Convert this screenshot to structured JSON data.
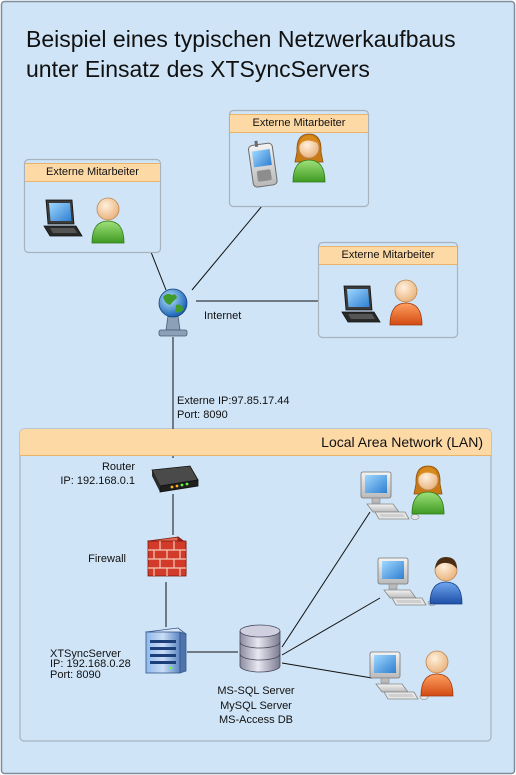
{
  "title": {
    "line1": "Beispiel eines typischen Netzwerkaufbaus",
    "line2": "unter Einsatz des XTSyncServers"
  },
  "external": {
    "left": "Externe Mitarbeiter",
    "top": "Externe Mitarbeiter",
    "right": "Externe Mitarbeiter"
  },
  "internet": {
    "label": "Internet",
    "ip": "Externe IP:97.85.17.44",
    "port": "Port: 8090"
  },
  "lan": {
    "title": "Local Area Network (LAN)"
  },
  "router": {
    "name": "Router",
    "ip": "IP: 192.168.0.1"
  },
  "firewall": {
    "name": "Firewall"
  },
  "server": {
    "name": "XTSyncServer",
    "ip": "IP: 192.168.0.28",
    "port": "Port: 8090"
  },
  "database": {
    "line1": "MS-SQL Server",
    "line2": "MySQL Server",
    "line3": "MS-Access DB"
  },
  "colors": {
    "background": "#cfe4f6",
    "box_header": "#fdd9a6",
    "border": "#a7b3bf"
  }
}
